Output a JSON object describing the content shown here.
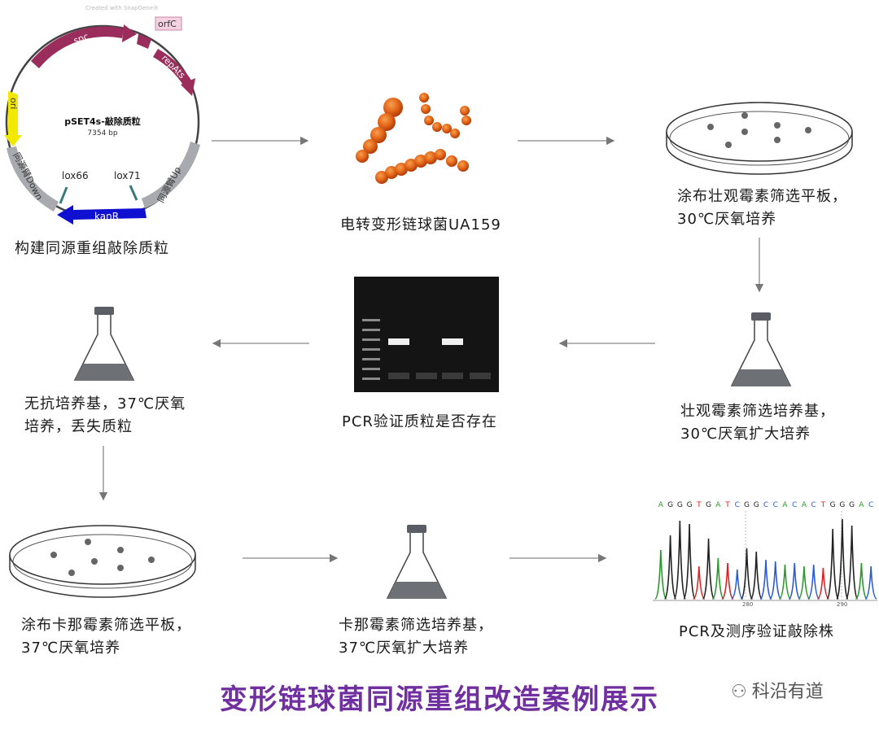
{
  "plasmid": {
    "name": "pSET4s-敲除质粒",
    "size": "7354 bp",
    "software": "Created with SnapGene®",
    "features": {
      "spc": "spc",
      "orfC": "orfC",
      "repAts": "repAts",
      "ori": "ori",
      "down": "同源臂Down",
      "up": "同源臂Up",
      "kanR": "kanR",
      "lox66": "lox66",
      "lox71": "lox71"
    }
  },
  "steps": {
    "s1": "构建同源重组敲除质粒",
    "s2": "电转变形链球菌UA159",
    "s3a": "涂布壮观霉素筛选平板，",
    "s3b": "30℃厌氧培养",
    "s4a": "壮观霉素筛选培养基，",
    "s4b": "30℃厌氧扩大培养",
    "s5": "PCR验证质粒是否存在",
    "s6a": "无抗培养基，37℃厌氧",
    "s6b": "培养，丢失质粒",
    "s7a": "涂布卡那霉素筛选平板，",
    "s7b": "37℃厌氧培养",
    "s8a": "卡那霉素筛选培养基，",
    "s8b": "37℃厌氧扩大培养",
    "s9": "PCR及测序验证敲除株"
  },
  "sequencing": {
    "bases": [
      "A",
      "G",
      "G",
      "G",
      "T",
      "G",
      "A",
      "T",
      "C",
      "G",
      "G",
      "C",
      "C",
      "A",
      "C",
      "A",
      "C",
      "T",
      "G",
      "G",
      "G",
      "A",
      "C"
    ],
    "tick1": "280",
    "tick2": "290"
  },
  "title": "变形链球菌同源重组改造案例展示",
  "watermark": "科沿有道",
  "colors": {
    "title": "#7030a0",
    "spc": "#9b2d5c",
    "kanR": "#1010d0",
    "ori": "#f2e800",
    "homology": "#a8aab0",
    "base_A": "#2a9a2a",
    "base_C": "#2a5ad8",
    "base_G": "#222222",
    "base_T": "#e02020"
  }
}
